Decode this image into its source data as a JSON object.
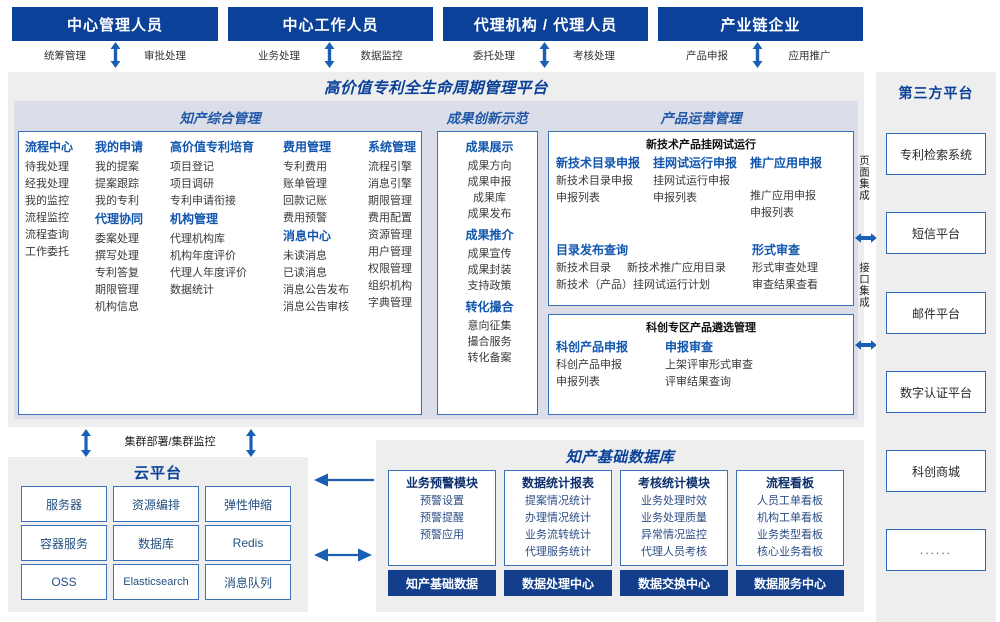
{
  "roles": [
    {
      "title": "中心管理人员",
      "left": "统筹管理",
      "right": "审批处理"
    },
    {
      "title": "中心工作人员",
      "left": "业务处理",
      "right": "数据监控"
    },
    {
      "title": "代理机构 / 代理人员",
      "left": "委托处理",
      "right": "考核处理"
    },
    {
      "title": "产业链企业",
      "left": "产品申报",
      "right": "应用推广"
    }
  ],
  "platform": {
    "title": "高价值专利全生命周期管理平台",
    "groups": {
      "ip": {
        "title": "知产综合管理",
        "columns": [
          {
            "sections": [
              {
                "head": "流程中心",
                "items": [
                  "待我处理",
                  "经我处理",
                  "我的监控",
                  "流程监控",
                  "流程查询",
                  "工作委托"
                ]
              }
            ]
          },
          {
            "sections": [
              {
                "head": "我的申请",
                "items": [
                  "我的提案",
                  "提案跟踪",
                  "我的专利"
                ]
              },
              {
                "head": "代理协同",
                "items": [
                  "委案处理",
                  "撰写处理",
                  "专利答复",
                  "期限管理",
                  "机构信息"
                ]
              }
            ]
          },
          {
            "sections": [
              {
                "head": "高价值专利培育",
                "items": [
                  "项目登记",
                  "项目调研",
                  "专利申请衔接"
                ]
              },
              {
                "head": "机构管理",
                "items": [
                  "代理机构库",
                  "机构年度评价",
                  "代理人年度评价",
                  "数据统计"
                ]
              }
            ]
          },
          {
            "sections": [
              {
                "head": "费用管理",
                "items": [
                  "专利费用",
                  "账单管理",
                  "回款记账",
                  "费用预警"
                ]
              },
              {
                "head": "消息中心",
                "items": [
                  "未读消息",
                  "已读消息",
                  "消息公告发布",
                  "消息公告审核"
                ]
              }
            ]
          },
          {
            "sections": [
              {
                "head": "系统管理",
                "items": [
                  "流程引擎",
                  "消息引擎",
                  "期限管理",
                  "费用配置",
                  "资源管理",
                  "用户管理",
                  "权限管理",
                  "组织机构",
                  "字典管理"
                ]
              }
            ]
          }
        ]
      },
      "achv": {
        "title": "成果创新示范",
        "sections": [
          {
            "head": "成果展示",
            "items": [
              "成果方向",
              "成果申报",
              "成果库",
              "成果发布"
            ]
          },
          {
            "head": "成果推介",
            "items": [
              "成果宣传",
              "成果封装",
              "支持政策"
            ]
          },
          {
            "head": "转化撮合",
            "items": [
              "意向征集",
              "撮合服务",
              "转化备案"
            ]
          }
        ]
      },
      "product": {
        "title": "产品运营管理",
        "box1": {
          "title": "新技术产品挂网试运行",
          "columns": [
            {
              "head": "新技术目录申报",
              "items": [
                "新技术目录申报",
                "申报列表"
              ]
            },
            {
              "head": "挂网试运行申报",
              "items": [
                "挂网试运行申报",
                "申报列表"
              ]
            },
            {
              "head": "推广应用申报",
              "items": [
                "推广应用申报",
                "申报列表"
              ]
            }
          ],
          "row2": [
            {
              "head": "目录发布查询",
              "items": [
                "新技术目录",
                "新技术推广应用目录",
                "新技术（产品）挂网试运行计划"
              ]
            },
            {
              "head": "形式审查",
              "items": [
                "形式审查处理",
                "审查结果查看"
              ]
            }
          ]
        },
        "box2": {
          "title": "科创专区产品遴选管理",
          "columns": [
            {
              "head": "科创产品申报",
              "items": [
                "科创产品申报",
                "申报列表"
              ]
            },
            {
              "head": "申报审查",
              "items": [
                "上架评审形式审查",
                "评审结果查询"
              ]
            }
          ]
        }
      }
    }
  },
  "integration": {
    "page": "页面集成",
    "api": "接口集成"
  },
  "thirdparty": {
    "title": "第三方平台",
    "items": [
      "专利检索系统",
      "短信平台",
      "邮件平台",
      "数字认证平台",
      "科创商城",
      "......"
    ]
  },
  "cloud": {
    "connector": "集群部署/集群监控",
    "title": "云平台",
    "cells": [
      "服务器",
      "资源编排",
      "弹性伸缩",
      "容器服务",
      "数据库",
      "Redis",
      "OSS",
      "Elasticsearch",
      "消息队列"
    ]
  },
  "database": {
    "title": "知产基础数据库",
    "columns": [
      {
        "head": "业务预警模块",
        "items": [
          "预警设置",
          "预警提醒",
          "预警应用"
        ],
        "foot": "知产基础数据"
      },
      {
        "head": "数据统计报表",
        "items": [
          "提案情况统计",
          "办理情况统计",
          "业务流转统计",
          "代理服务统计"
        ],
        "foot": "数据处理中心"
      },
      {
        "head": "考核统计模块",
        "items": [
          "业务处理时效",
          "业务处理质量",
          "异常情况监控",
          "代理人员考核"
        ],
        "foot": "数据交换中心"
      },
      {
        "head": "流程看板",
        "items": [
          "人员工单看板",
          "机构工单看板",
          "业务类型看板",
          "核心业务看板"
        ],
        "foot": "数据服务中心"
      }
    ]
  },
  "colors": {
    "brand_dark": "#0b4199",
    "brand": "#1256ad",
    "border": "#3b6fb6",
    "panel": "#eeeeee",
    "lavender": "#dbdde9",
    "arrow": "#1a5fb4"
  }
}
